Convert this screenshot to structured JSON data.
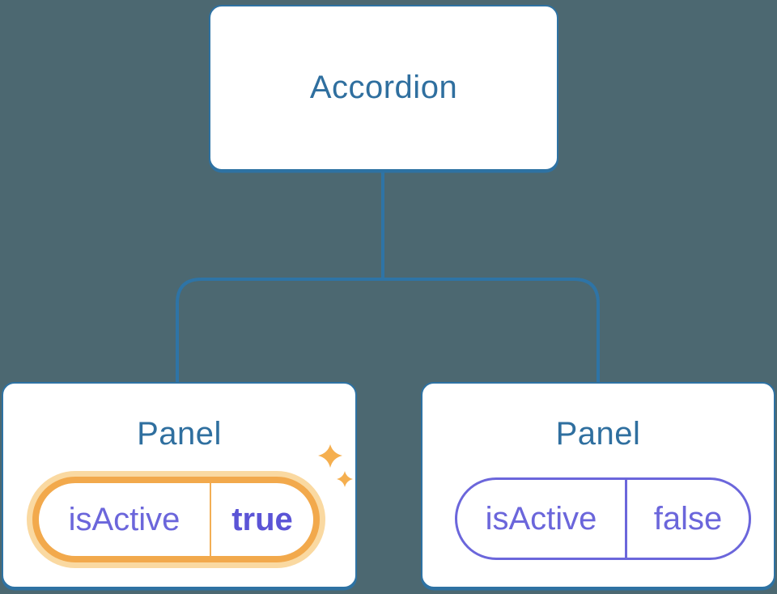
{
  "diagram": {
    "root": {
      "label": "Accordion"
    },
    "panels": [
      {
        "title": "Panel",
        "state": {
          "name": "isActive",
          "value": "true"
        },
        "active": true
      },
      {
        "title": "Panel",
        "state": {
          "name": "isActive",
          "value": "false"
        },
        "active": false
      }
    ]
  },
  "icons": {
    "sparkles": "sparkles-icon"
  },
  "colors": {
    "background": "#4C6871",
    "node_fill": "#FFFFFF",
    "node_border": "#2E72A3",
    "node_text": "#2F6F9F",
    "connector": "#2E74A6",
    "state_text": "#6B66DB",
    "state_value_active": "#5B54D6",
    "active_accent": "#F2A94C",
    "active_halo": "#FAD9A1",
    "active_divider": "#F2AE55",
    "inactive_accent": "#6B66DB",
    "sparkle": "#F5AF4F"
  }
}
